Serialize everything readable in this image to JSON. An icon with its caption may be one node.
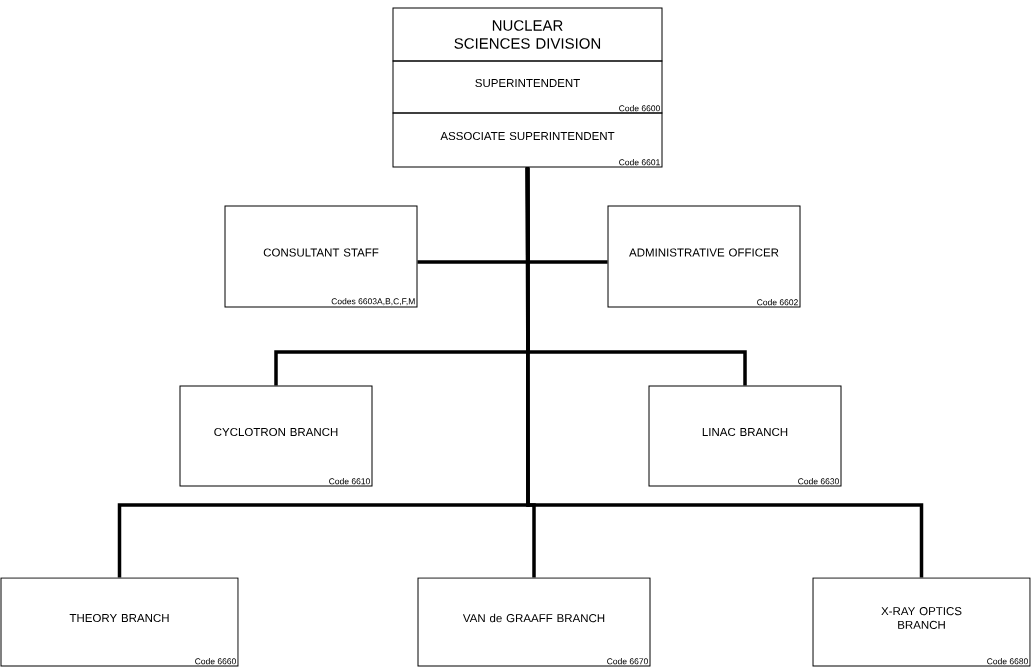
{
  "diagram": {
    "nodes": [
      {
        "text": [
          "NUCLEAR SCIENCES DIVISION"
        ]
      },
      {
        "text": [
          "SUPERINTENDENT",
          "Code 6600"
        ]
      },
      {
        "text": [
          "ASSOCIATE SUPERINTENDENT",
          "Code 6601"
        ]
      },
      {
        "text": [
          "CONSULTANT STAFF",
          "Codes 6603A,B,C,F,M"
        ]
      },
      {
        "text": [
          "ADMINISTRATIVE OFFICER",
          "Code 6602"
        ]
      },
      {
        "text": [
          "CYCLOTRON BRANCH",
          "Code 6610"
        ]
      },
      {
        "text": [
          "LINAC BRANCH",
          "Code 6630"
        ]
      },
      {
        "text": [
          "THEORY BRANCH",
          "Code 6660"
        ]
      },
      {
        "text": [
          "VAN de GRAAFF BRANCH",
          "Code 6670"
        ]
      },
      {
        "text": [
          "X-RAY OPTICS BRANCH",
          "Code 6680"
        ]
      }
    ],
    "edges": [
      {
        "from": 2,
        "to": 3,
        "arrow": "none"
      },
      {
        "from": 2,
        "to": 4,
        "arrow": "none"
      },
      {
        "from": 2,
        "to": 5,
        "arrow": "none"
      },
      {
        "from": 2,
        "to": 6,
        "arrow": "none"
      },
      {
        "from": 2,
        "to": 7,
        "arrow": "none"
      },
      {
        "from": 2,
        "to": 8,
        "arrow": "none"
      },
      {
        "from": 2,
        "to": 9,
        "arrow": "none"
      }
    ]
  }
}
